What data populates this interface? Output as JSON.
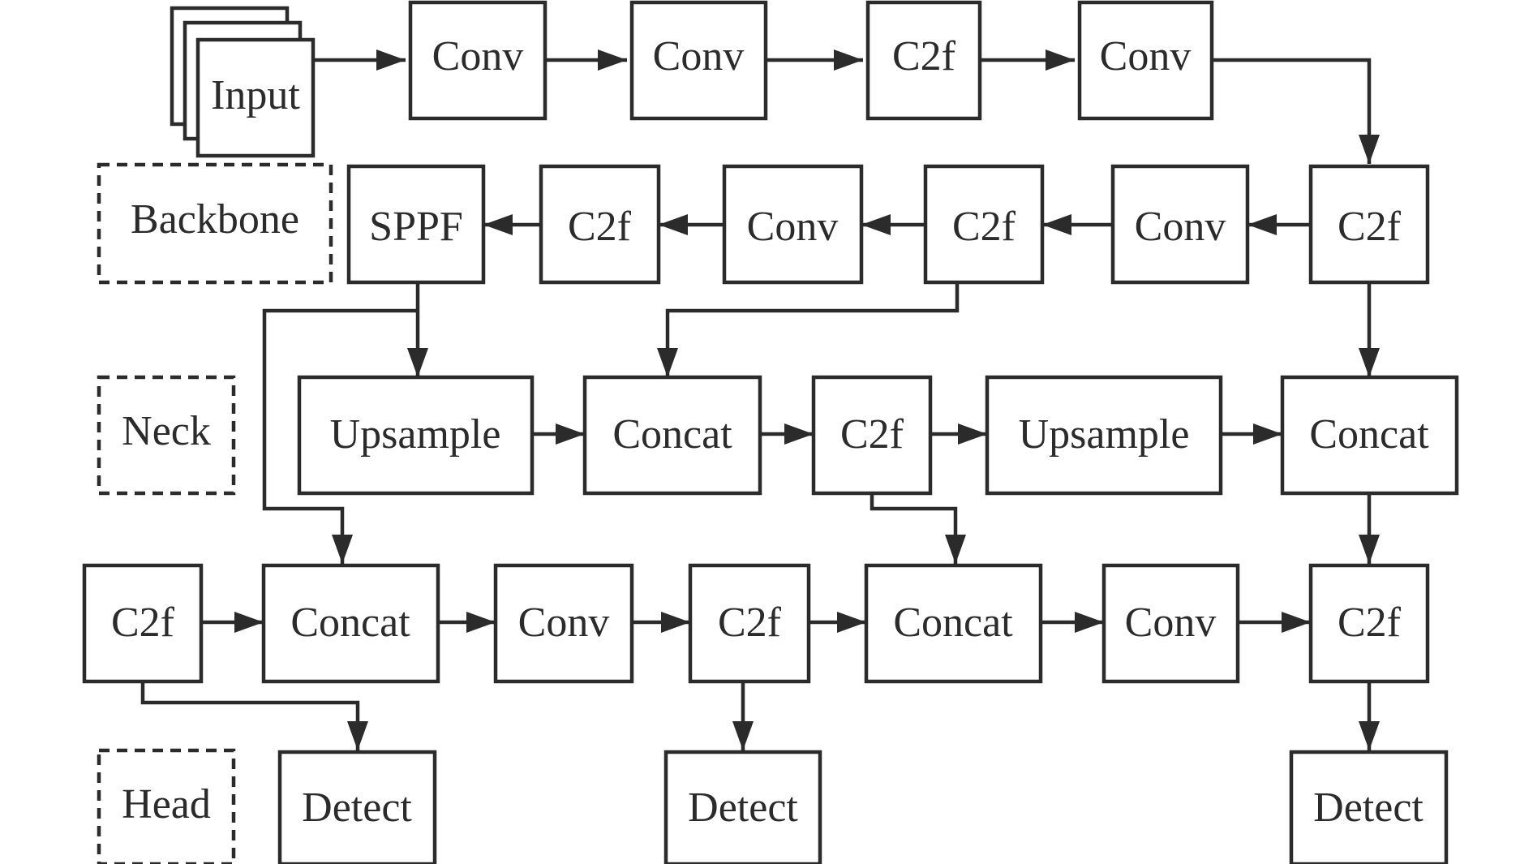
{
  "input": {
    "label": "Input"
  },
  "stages": {
    "backbone": "Backbone",
    "neck": "Neck",
    "head": "Head"
  },
  "row1": [
    "Conv",
    "Conv",
    "C2f",
    "Conv"
  ],
  "row2": [
    "SPPF",
    "C2f",
    "Conv",
    "C2f",
    "Conv",
    "C2f"
  ],
  "row3": [
    "Upsample",
    "Concat",
    "C2f",
    "Upsample",
    "Concat"
  ],
  "row4": [
    "C2f",
    "Concat",
    "Conv",
    "C2f",
    "Concat",
    "Conv",
    "C2f"
  ],
  "row5": [
    "Detect",
    "Detect",
    "Detect"
  ],
  "colors": {
    "stroke": "#2b2b2b",
    "background": "#ffffff"
  }
}
